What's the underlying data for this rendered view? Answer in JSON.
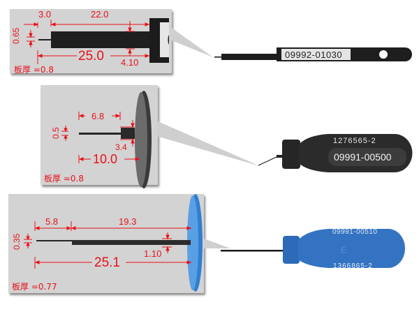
{
  "colors": {
    "dimension_red": "#e8101a",
    "panel_gray": "#d3d3d3",
    "tool_black": "#1e1e1e",
    "tool_blue": "#2f6bb5",
    "disc_blue": "#4a8fd8"
  },
  "tools": [
    {
      "part_number": "09992-01030",
      "type": "flat extraction tool",
      "panel": {
        "dimensions": {
          "tip_length": "3.0",
          "shank_length": "22.0",
          "tip_thickness": "0.65",
          "overall_length": "25.0",
          "shank_width": "4.10"
        },
        "plate_thickness_label": "板厚 =0.8"
      }
    },
    {
      "part_number": "09991-00500",
      "secondary_number": "1276565-2",
      "type": "black-handle extraction tool",
      "panel": {
        "dimensions": {
          "tip_length": "6.8",
          "tip_thickness": "0.5",
          "shank_width": "3.4",
          "overall_length": "10.0"
        },
        "plate_thickness_label": "板厚 =0.8"
      }
    },
    {
      "part_number": "09991-00510",
      "secondary_number": "1366865-2",
      "type": "blue-handle extraction tool",
      "panel": {
        "dimensions": {
          "tip_length": "5.8",
          "shank_length": "19.3",
          "tip_thickness": "0.35",
          "shank_width": "1.10",
          "overall_length": "25.1"
        },
        "plate_thickness_label": "板厚 =0.77"
      }
    }
  ]
}
